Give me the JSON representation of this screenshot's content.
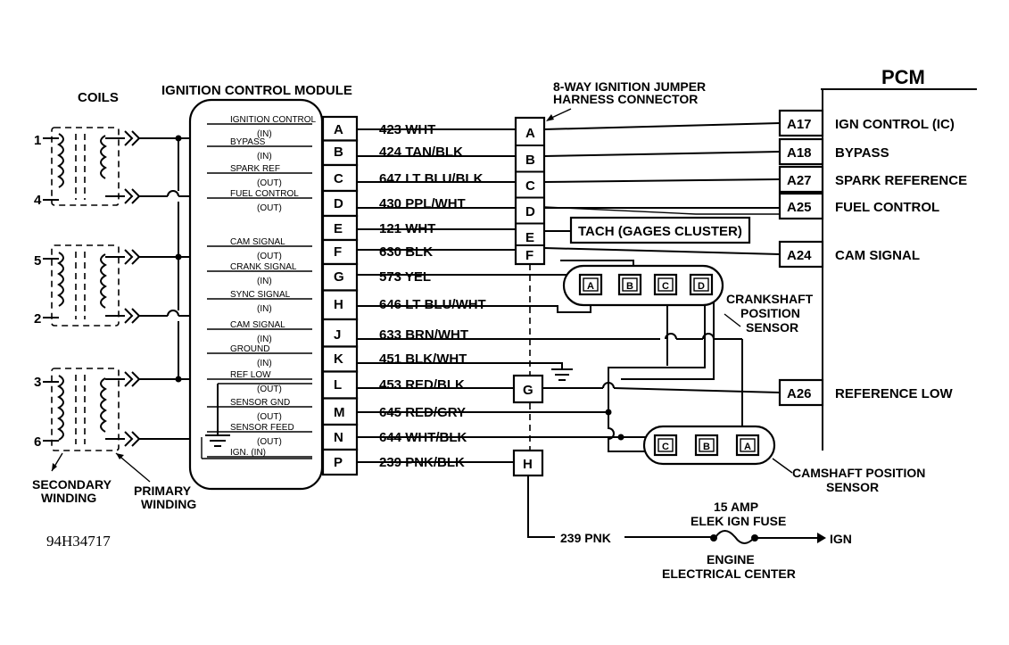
{
  "labels": {
    "coils": "COILS",
    "icm": "IGNITION CONTROL MODULE",
    "jumper_line1": "8-WAY IGNITION JUMPER",
    "jumper_line2": "HARNESS CONNECTOR",
    "pcm": "PCM",
    "tach": "TACH (GAGES CLUSTER)",
    "crank_line1": "CRANKSHAFT",
    "crank_line2": "POSITION",
    "crank_line3": "SENSOR",
    "cam_line1": "CAMSHAFT POSITION",
    "cam_line2": "SENSOR",
    "fuse_line1": "15 AMP",
    "fuse_line2": "ELEK IGN FUSE",
    "ign": "IGN",
    "engine_line1": "ENGINE",
    "engine_line2": "ELECTRICAL CENTER",
    "secondary_line1": "SECONDARY",
    "secondary_line2": "WINDING",
    "primary_line1": "PRIMARY",
    "primary_line2": "WINDING",
    "figure_id": "94H34717",
    "wire_239_pnk": "239 PNK"
  },
  "coil_numbers": [
    "1",
    "4",
    "5",
    "2",
    "3",
    "6"
  ],
  "icm_pins": [
    {
      "pin": "A",
      "signal": "IGNITION CONTROL",
      "dir": "(IN)",
      "wire": "423 WHT"
    },
    {
      "pin": "B",
      "signal": "BYPASS",
      "dir": "(IN)",
      "wire": "424 TAN/BLK"
    },
    {
      "pin": "C",
      "signal": "SPARK REF",
      "dir": "(OUT)",
      "wire": "647 LT BLU/BLK"
    },
    {
      "pin": "D",
      "signal": "FUEL CONTROL",
      "dir": "(OUT)",
      "wire": "430 PPL/WHT"
    },
    {
      "pin": "E",
      "signal": "",
      "dir": "",
      "wire": "121 WHT"
    },
    {
      "pin": "F",
      "signal": "CAM SIGNAL",
      "dir": "(OUT)",
      "wire": "630 BLK"
    },
    {
      "pin": "G",
      "signal": "CRANK SIGNAL",
      "dir": "(IN)",
      "wire": "573 YEL"
    },
    {
      "pin": "H",
      "signal": "SYNC SIGNAL",
      "dir": "(IN)",
      "wire": "646 LT BLU/WHT"
    },
    {
      "pin": "J",
      "signal": "CAM SIGNAL",
      "dir": "(IN)",
      "wire": "633 BRN/WHT"
    },
    {
      "pin": "K",
      "signal": "GROUND",
      "dir": "(IN)",
      "wire": "451 BLK/WHT"
    },
    {
      "pin": "L",
      "signal": "REF LOW",
      "dir": "(OUT)",
      "wire": "453 RED/BLK"
    },
    {
      "pin": "M",
      "signal": "SENSOR GND",
      "dir": "(OUT)",
      "wire": "645 RED/GRY"
    },
    {
      "pin": "N",
      "signal": "SENSOR FEED",
      "dir": "(OUT)",
      "wire": "644 WHT/BLK"
    },
    {
      "pin": "P",
      "signal": "IGN. (IN)",
      "dir": "",
      "wire": "239 PNK/BLK"
    }
  ],
  "jumper_pins": [
    "A",
    "B",
    "C",
    "D",
    "E",
    "F",
    "G",
    "H"
  ],
  "pcm_pins": [
    {
      "pin": "A17",
      "label": "IGN CONTROL (IC)"
    },
    {
      "pin": "A18",
      "label": "BYPASS"
    },
    {
      "pin": "A27",
      "label": "SPARK REFERENCE"
    },
    {
      "pin": "A25",
      "label": "FUEL CONTROL"
    },
    {
      "pin": "A24",
      "label": "CAM SIGNAL"
    },
    {
      "pin": "A26",
      "label": "REFERENCE LOW"
    }
  ],
  "crank_pins": [
    "A",
    "B",
    "C",
    "D"
  ],
  "cam_pins": [
    "C",
    "B",
    "A"
  ]
}
